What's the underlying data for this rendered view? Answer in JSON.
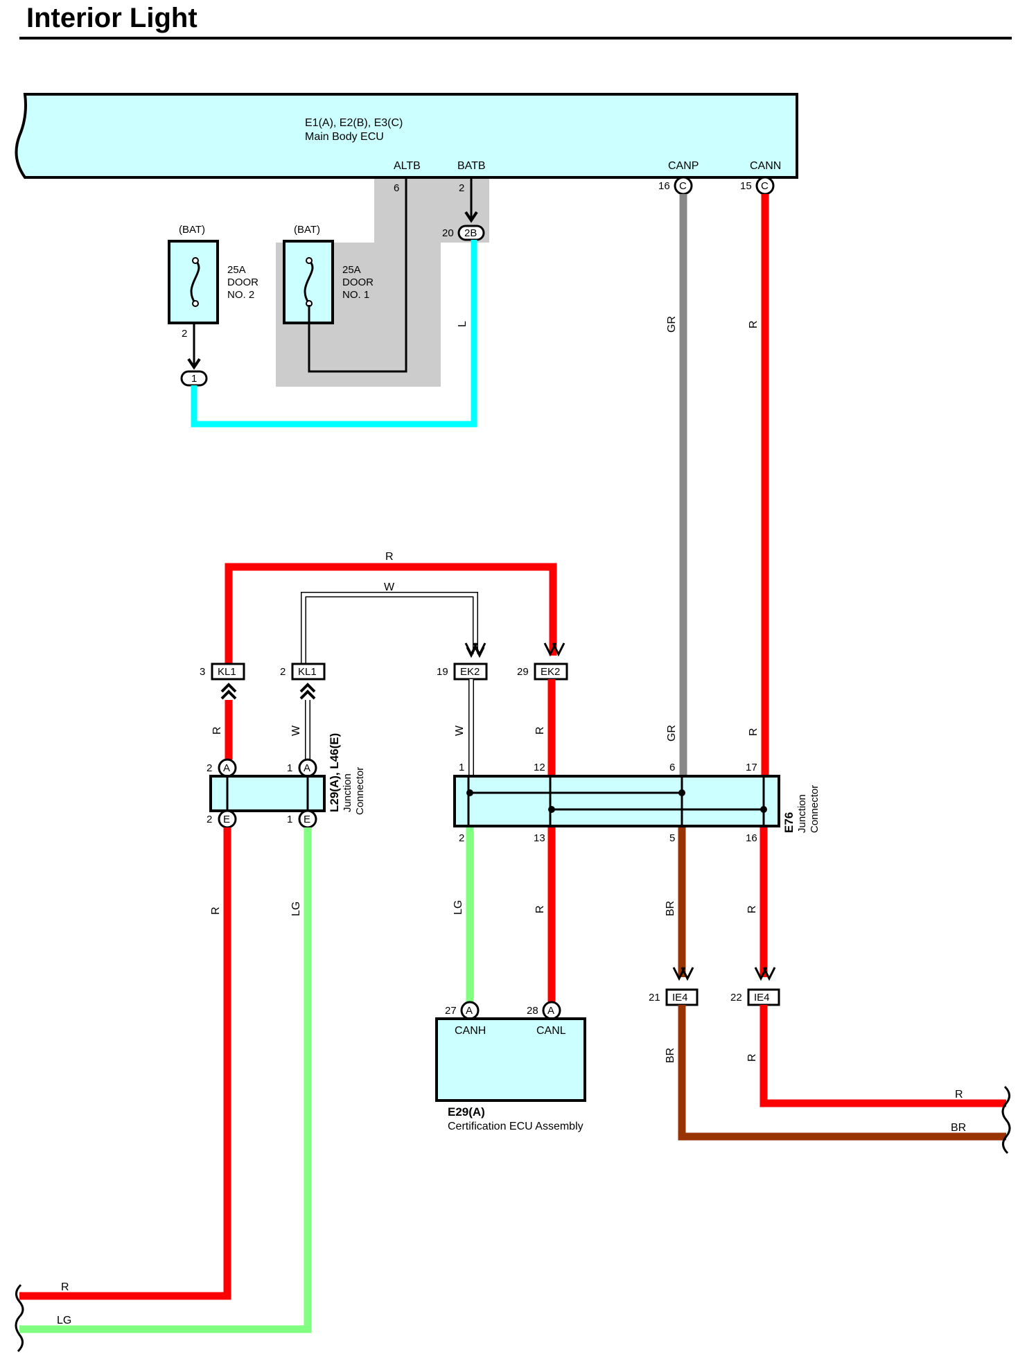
{
  "title": "Interior Light",
  "ecu": {
    "name": "E1(A), E2(B), E3(C)",
    "desc": "Main Body ECU",
    "pins": [
      "ALTB",
      "BATB",
      "CANP",
      "CANN"
    ]
  },
  "fuse_left": {
    "source": "(BAT)",
    "amp": "25A",
    "line1": "DOOR",
    "line2": "NO. 2",
    "pin": "2",
    "conn": "1"
  },
  "fuse_right": {
    "source": "(BAT)",
    "amp": "25A",
    "line1": "DOOR",
    "line2": "NO. 1"
  },
  "pin_numbers": {
    "altb": "6",
    "batb": "2",
    "jb_pin": "20",
    "jb_conn": "2B",
    "canp": "16",
    "cann": "15",
    "ecu_conn": "C"
  },
  "wire_colors": {
    "R": "R",
    "W": "W",
    "GR": "GR",
    "L": "L",
    "LG": "LG",
    "BR": "BR"
  },
  "kl1": {
    "label": "KL1",
    "pin_a": "3",
    "pin_b": "2"
  },
  "ek2": {
    "label": "EK2",
    "pin_a": "19",
    "pin_b": "29"
  },
  "jc_left": {
    "name": "L29(A), L46(E)",
    "line1": "Junction",
    "line2": "Connector",
    "top_pins": [
      "2",
      "1"
    ],
    "top_conn": "A",
    "bot_pins": [
      "2",
      "1"
    ],
    "bot_conn": "E"
  },
  "jc_right": {
    "name": "E76",
    "line1": "Junction",
    "line2": "Connector",
    "top_pins": [
      "1",
      "12",
      "6",
      "17"
    ],
    "bot_pins": [
      "2",
      "13",
      "5",
      "16"
    ]
  },
  "ie4": {
    "label": "IE4",
    "pin_a": "21",
    "pin_b": "22"
  },
  "cert_ecu": {
    "name": "E29(A)",
    "desc": "Certification ECU Assembly",
    "pin_a": "27",
    "pin_b": "28",
    "conn": "A",
    "label_a": "CANH",
    "label_b": "CANL"
  },
  "colors": {
    "red": "#ff0000",
    "cyan": "#00ffff",
    "gray_wire": "#888888",
    "light_green": "#80ff80",
    "brown": "#993300",
    "box_fill": "#ccffff",
    "shade": "#cccccc"
  }
}
